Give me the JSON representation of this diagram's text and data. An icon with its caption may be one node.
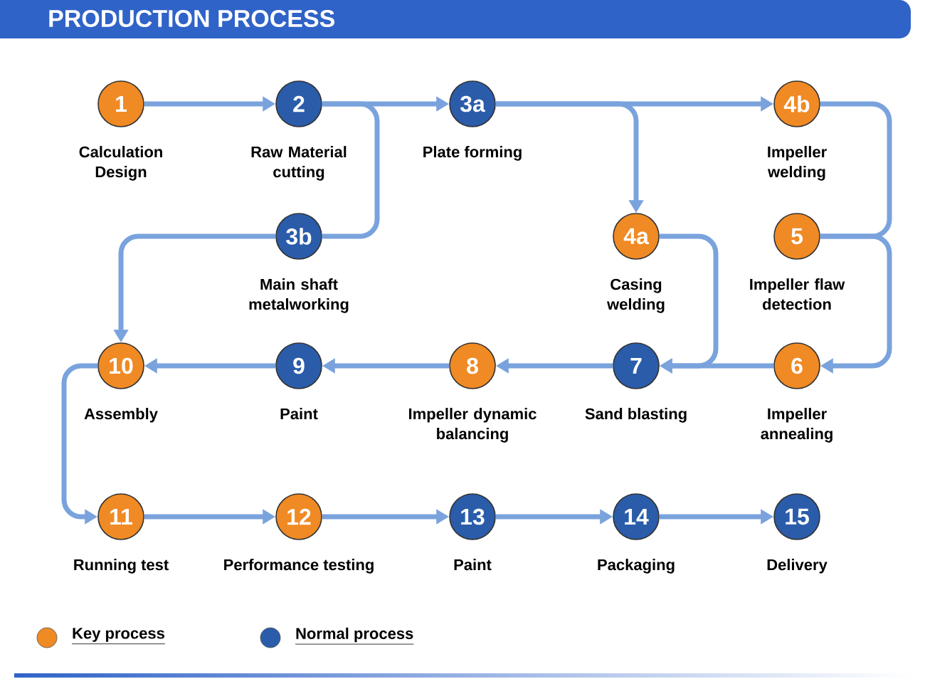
{
  "diagram": {
    "title": "PRODUCTION PROCESS",
    "nodes": [
      {
        "text": [
          "1"
        ],
        "beside": [
          "Calculation Design"
        ]
      },
      {
        "text": [
          "2"
        ],
        "beside": [
          "Raw Material cutting"
        ]
      },
      {
        "text": [
          "3a"
        ],
        "beside": [
          "Plate forming"
        ]
      },
      {
        "text": [
          "4b"
        ],
        "beside": [
          "Impeller welding"
        ]
      },
      {
        "text": [
          "3b"
        ],
        "beside": [
          "Main shaft metalworking"
        ]
      },
      {
        "text": [
          "4a"
        ],
        "beside": [
          "Casing welding"
        ]
      },
      {
        "text": [
          "5"
        ],
        "beside": [
          "Impeller flaw detection"
        ]
      },
      {
        "text": [
          "10"
        ],
        "beside": [
          "Assembly"
        ]
      },
      {
        "text": [
          "9"
        ],
        "beside": [
          "Paint"
        ]
      },
      {
        "text": [
          "8"
        ],
        "beside": [
          "Impeller dynamic balancing"
        ]
      },
      {
        "text": [
          "7"
        ],
        "beside": [
          "Sand blasting"
        ]
      },
      {
        "text": [
          "6"
        ],
        "beside": [
          "Impeller annealing"
        ]
      },
      {
        "text": [
          "11"
        ],
        "beside": [
          "Running test"
        ]
      },
      {
        "text": [
          "12"
        ],
        "beside": [
          "Performance testing"
        ]
      },
      {
        "text": [
          "13"
        ],
        "beside": [
          "Paint"
        ]
      },
      {
        "text": [
          "14"
        ],
        "beside": [
          "Packaging"
        ]
      },
      {
        "text": [
          "15"
        ],
        "beside": [
          "Delivery"
        ]
      }
    ],
    "edges": [
      {
        "from": 0,
        "to": 1,
        "arrow": "to"
      },
      {
        "from": 1,
        "to": 2,
        "arrow": "to"
      },
      {
        "from": 1,
        "to": 4,
        "arrow": "none"
      },
      {
        "from": 4,
        "to": 7,
        "arrow": "to"
      },
      {
        "from": 2,
        "to": 3,
        "arrow": "to"
      },
      {
        "from": 2,
        "to": 5,
        "arrow": "to"
      },
      {
        "from": 3,
        "to": 6,
        "arrow": "none"
      },
      {
        "from": 6,
        "to": 11,
        "arrow": "to"
      },
      {
        "from": 5,
        "to": 10,
        "arrow": "to"
      },
      {
        "from": 11,
        "to": 10,
        "arrow": "to"
      },
      {
        "from": 10,
        "to": 9,
        "arrow": "to"
      },
      {
        "from": 9,
        "to": 8,
        "arrow": "to"
      },
      {
        "from": 8,
        "to": 7,
        "arrow": "to"
      },
      {
        "from": 7,
        "to": 12,
        "arrow": "to"
      },
      {
        "from": 12,
        "to": 13,
        "arrow": "to"
      },
      {
        "from": 13,
        "to": 14,
        "arrow": "to"
      },
      {
        "from": 14,
        "to": 15,
        "arrow": "to"
      },
      {
        "from": 15,
        "to": 16,
        "arrow": "to"
      }
    ],
    "legend": [
      {
        "text": "Key process",
        "color": "#f08a24"
      },
      {
        "text": "Normal process",
        "color": "#2a5caa"
      }
    ]
  }
}
